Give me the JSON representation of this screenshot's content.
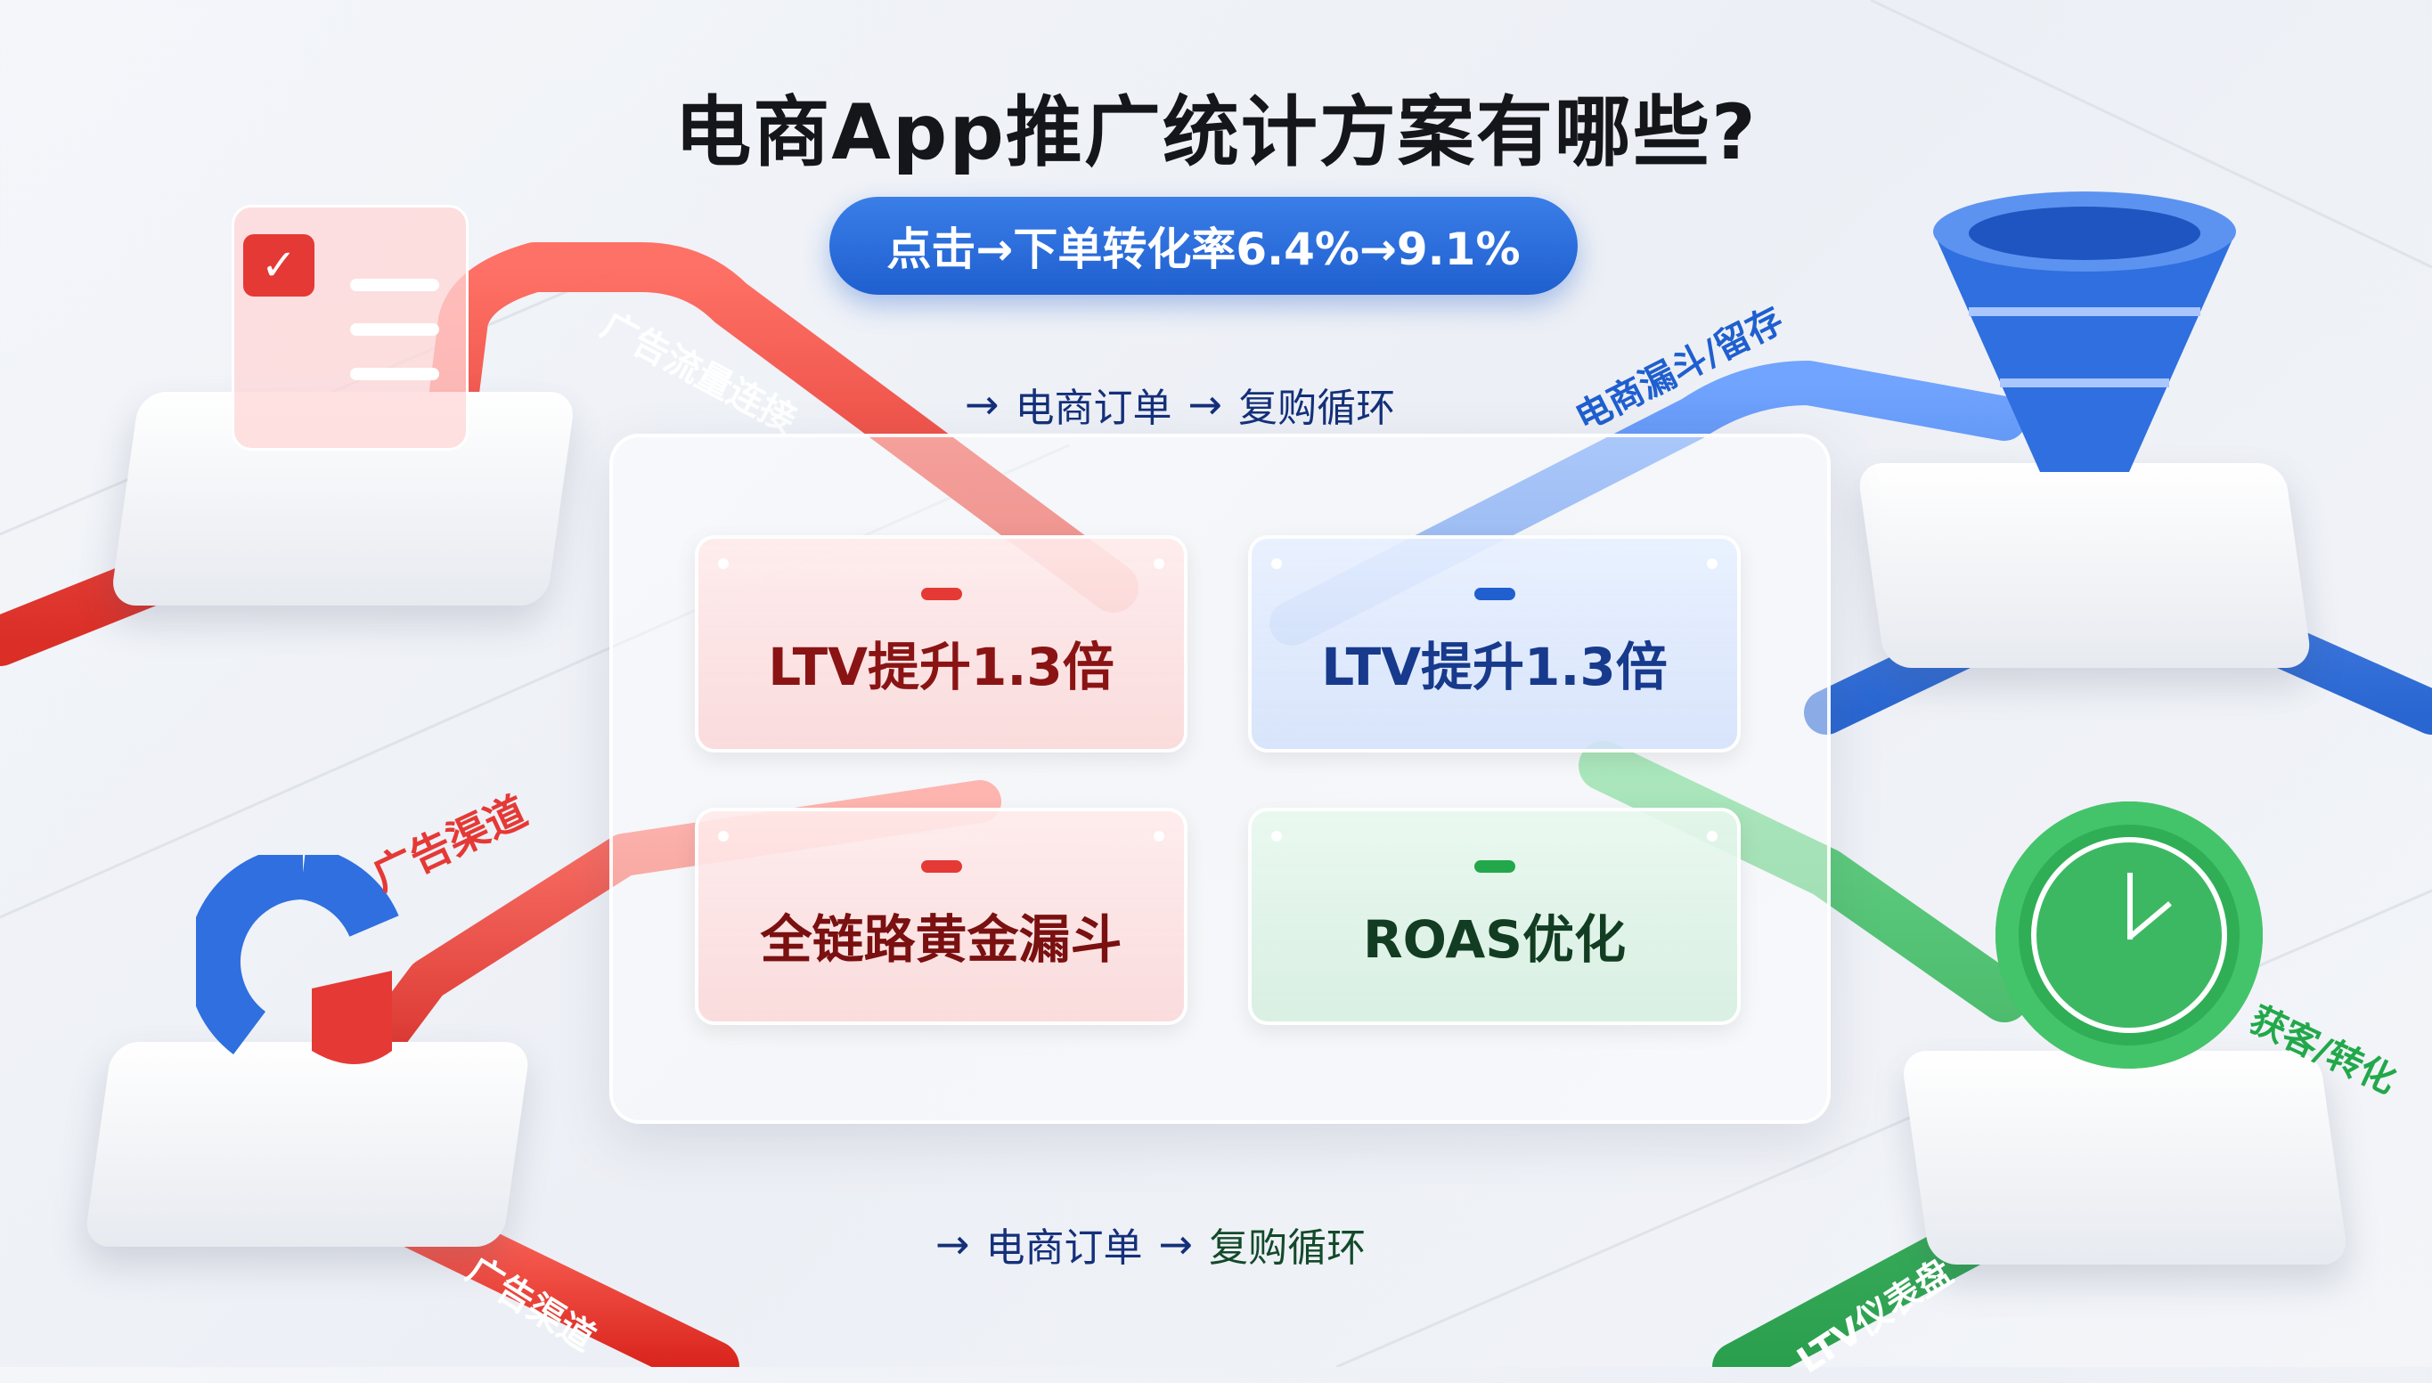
{
  "title": "电商App推广统计方案有哪些?",
  "highlight": "点击→下单转化率6.4%→9.1%",
  "flow_top": {
    "arrow1": "→",
    "step1": "电商订单",
    "arrow2": "→",
    "step2": "复购循环"
  },
  "flow_bottom": {
    "arrow1": "→",
    "step1": "电商订单",
    "arrow2": "→",
    "step2": "复购循环"
  },
  "cards": [
    {
      "label": "LTV提升1.3倍",
      "color": "#8a1414",
      "accent": "#e53935"
    },
    {
      "label": "LTV提升1.3倍",
      "color": "#173a8c",
      "accent": "#1f5fcf"
    },
    {
      "label": "全链路黄金漏斗",
      "color": "#7a1010",
      "accent": "#e53935"
    },
    {
      "label": "ROAS优化",
      "color": "#123d22",
      "accent": "#22a84a"
    }
  ],
  "pipe_labels": {
    "top_left": "广告流量连接",
    "top_right": "电商漏斗/留存",
    "mid_left": "广告渠道",
    "bottom_left": "广告渠道",
    "mid_right": "获客/转化",
    "bottom_right": "LTV仪表盘"
  },
  "icons": [
    "checklist-icon",
    "funnel-icon",
    "refresh-icon",
    "clock-icon"
  ],
  "colors": {
    "red": "#e53935",
    "blue": "#2f6fe0",
    "green": "#2fae55"
  }
}
